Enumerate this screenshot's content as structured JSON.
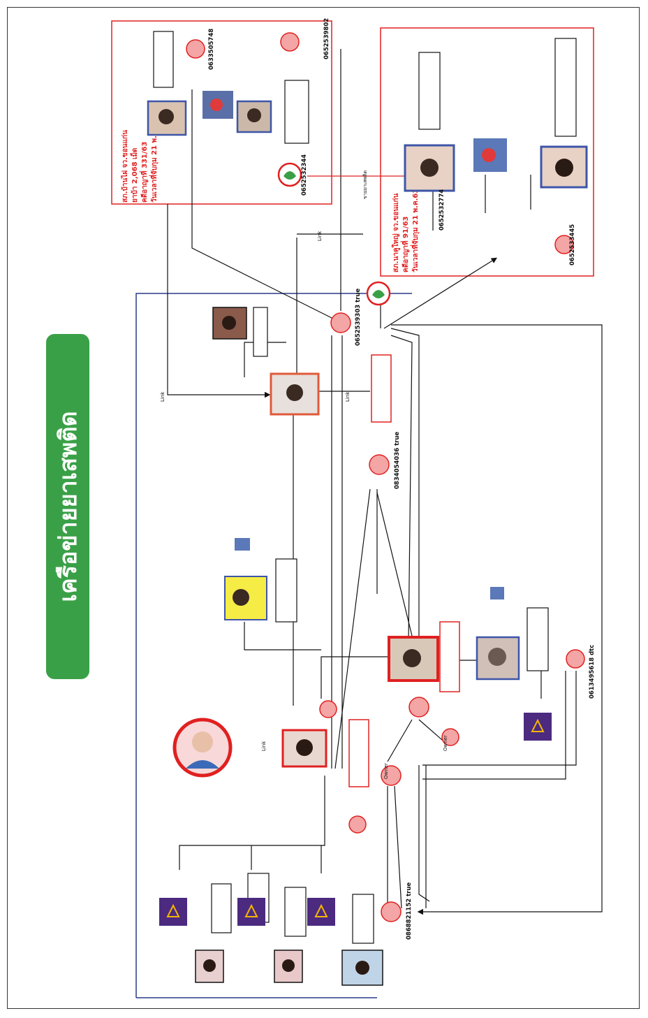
{
  "title": "เครือข่ายยาเสพติด",
  "colors": {
    "title_bg": "#3aa047",
    "title_text": "#ffffff",
    "case_box": "#e02020",
    "person_frame_blue": "#3d55a8",
    "person_frame_red": "#e02020",
    "edge": "#111111",
    "network_line": "#2a3a8a",
    "phone_node": "#f4a5a5",
    "bank_node": "#4b2a80",
    "bank_logo": "#f4b400",
    "case_text": "#e02020"
  },
  "case_boxes": {
    "upper": {
      "text_lines": [
        "สภ.บ้านไผ่ จว.ขอนแก่น",
        "ยาบ้า 2,068 เม็ด",
        "คดีอาญาที่ 331/63",
        "วันเวลาที่จับกุม 21 พ.ค.63"
      ]
    },
    "lower": {
      "text_lines": [
        "สภ.นาคูใหญ่ จว.ขอนแก่น",
        "คดีอาญาที่ 91/63",
        "วันเวลาที่จับกุม 21 พ.ค.63"
      ]
    }
  },
  "phone_numbers": {
    "p1": "0633505748",
    "p2": "0652532344",
    "p3": "0652539802",
    "p4": "0652532774",
    "p5": "0652533445",
    "p6": "0652539303 true",
    "p7": "0834054036 true",
    "p8": "0613495618 dtc",
    "p9": "0868821152 true"
  },
  "edge_labels": {
    "link": "Link",
    "owner": "Owner",
    "transfer": "ขายยาเสพติด"
  }
}
